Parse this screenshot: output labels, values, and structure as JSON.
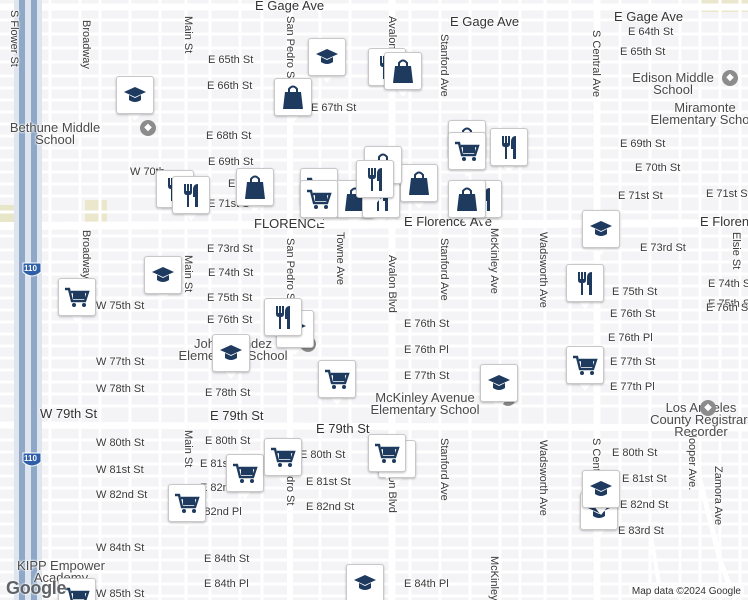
{
  "streets_h": [
    {
      "name": "E Gage Ave",
      "size": "big"
    },
    {
      "name": "E Gage Ave",
      "size": "big"
    },
    {
      "name": "E Gage Ave",
      "size": "big"
    },
    {
      "name": "E 64th St"
    },
    {
      "name": "E 65th St"
    },
    {
      "name": "E 65th St"
    },
    {
      "name": "E 66th St"
    },
    {
      "name": "E 67th St"
    },
    {
      "name": "E 68th St"
    },
    {
      "name": "E 69th St"
    },
    {
      "name": "E 69th St"
    },
    {
      "name": "E 70th St"
    },
    {
      "name": "E 70th St"
    },
    {
      "name": "W 70th"
    },
    {
      "name": "E 71st St"
    },
    {
      "name": "E 71st St"
    },
    {
      "name": "E 71st St"
    },
    {
      "name": "FLORENCE",
      "size": "big"
    },
    {
      "name": "E Florence Ave",
      "size": "big"
    },
    {
      "name": "E Florence",
      "size": "big"
    },
    {
      "name": "E 73rd St"
    },
    {
      "name": "E 73rd St"
    },
    {
      "name": "E 74th St"
    },
    {
      "name": "E 74th St"
    },
    {
      "name": "W 75th St"
    },
    {
      "name": "E 75th St"
    },
    {
      "name": "E 75th St"
    },
    {
      "name": "E 75th St"
    },
    {
      "name": "E 76th St"
    },
    {
      "name": "E 76th St"
    },
    {
      "name": "E 76th St"
    },
    {
      "name": "E 76th St"
    },
    {
      "name": "E 76th Pl"
    },
    {
      "name": "E 76th Pl"
    },
    {
      "name": "W 77th St"
    },
    {
      "name": "E 77th St"
    },
    {
      "name": "E 77th St"
    },
    {
      "name": "W 78th St"
    },
    {
      "name": "E 78th St"
    },
    {
      "name": "E 77th Pl"
    },
    {
      "name": "W 79th St",
      "size": "big"
    },
    {
      "name": "E 79th St",
      "size": "big"
    },
    {
      "name": "E 79th St",
      "size": "big"
    },
    {
      "name": "W 80th St"
    },
    {
      "name": "E 80th St"
    },
    {
      "name": "E 80th St"
    },
    {
      "name": "E 80th St"
    },
    {
      "name": "W 81st St"
    },
    {
      "name": "E 81st St"
    },
    {
      "name": "E 81st St"
    },
    {
      "name": "E 81st St"
    },
    {
      "name": "W 82nd St"
    },
    {
      "name": "E 82nd St"
    },
    {
      "name": "E 82nd St"
    },
    {
      "name": "E 82nd St"
    },
    {
      "name": "E 82nd Pl"
    },
    {
      "name": "W 84th St"
    },
    {
      "name": "E 84th St"
    },
    {
      "name": "E 83rd St"
    },
    {
      "name": "E 84th Pl"
    },
    {
      "name": "E 84th Pl"
    },
    {
      "name": "W 85th St"
    }
  ],
  "streets_v": [
    {
      "name": "S Flower St"
    },
    {
      "name": "Broadway"
    },
    {
      "name": "Broadway"
    },
    {
      "name": "Main St"
    },
    {
      "name": "Main St"
    },
    {
      "name": "Main St"
    },
    {
      "name": "San Pedro St"
    },
    {
      "name": "San Pedro St"
    },
    {
      "name": "San Pedro St"
    },
    {
      "name": "Towne Ave"
    },
    {
      "name": "Avalon Blvd"
    },
    {
      "name": "Avalon Blvd"
    },
    {
      "name": "Avalon Blvd"
    },
    {
      "name": "Stanford Ave"
    },
    {
      "name": "Stanford Ave"
    },
    {
      "name": "Stanford Ave"
    },
    {
      "name": "McKinley Ave"
    },
    {
      "name": "McKinley Ave"
    },
    {
      "name": "Wadsworth Ave"
    },
    {
      "name": "Wadsworth Ave"
    },
    {
      "name": "S Central Ave"
    },
    {
      "name": "S Central Ave"
    },
    {
      "name": "Elsie St"
    },
    {
      "name": "Zamora Ave"
    },
    {
      "name": "Hooper Ave."
    }
  ],
  "pois": [
    {
      "name": "Bethune Middle School",
      "icon": "school-icon"
    },
    {
      "name": "Edison Middle School",
      "icon": "school-icon"
    },
    {
      "name": "Miramonte Elementary School",
      "icon": "school-icon"
    },
    {
      "name": "John Mendez Elementary School",
      "icon": "school-icon"
    },
    {
      "name": "McKinley Avenue Elementary School",
      "icon": "school-icon"
    },
    {
      "name": "Los Angeles County Registrar-Recorder",
      "icon": "building-icon"
    },
    {
      "name": "KIPP Empower Academy",
      "icon": "school-icon"
    }
  ],
  "highway": {
    "shield": "110"
  },
  "markers": [
    "school",
    "school",
    "shopping-cart",
    "shopping-cart",
    "restaurant",
    "restaurant",
    "shopping-bag",
    "shopping-bag",
    "shopping-bag",
    "shopping-bag",
    "school",
    "restaurant",
    "shopping-bag",
    "restaurant",
    "shopping-cart",
    "shopping-bag",
    "restaurant",
    "shopping-bag",
    "restaurant",
    "shopping-bag",
    "school",
    "school",
    "restaurant",
    "shopping-cart",
    "shopping-cart",
    "school",
    "restaurant",
    "school",
    "school",
    "shopping-cart",
    "shopping-cart",
    "restaurant",
    "shopping-cart",
    "school",
    "school",
    "shopping-cart",
    "restaurant",
    "shopping-cart",
    "shopping-cart"
  ],
  "branding": {
    "logo": "Google",
    "attribution": "Map data ©2024 Google"
  },
  "colors": {
    "background": "#f4f3f6",
    "road": "#ffffff",
    "major_road": "#ffffff",
    "highway": "#8fa8c8",
    "marker": "#1e3a5f",
    "park": "#e8e6c9"
  }
}
